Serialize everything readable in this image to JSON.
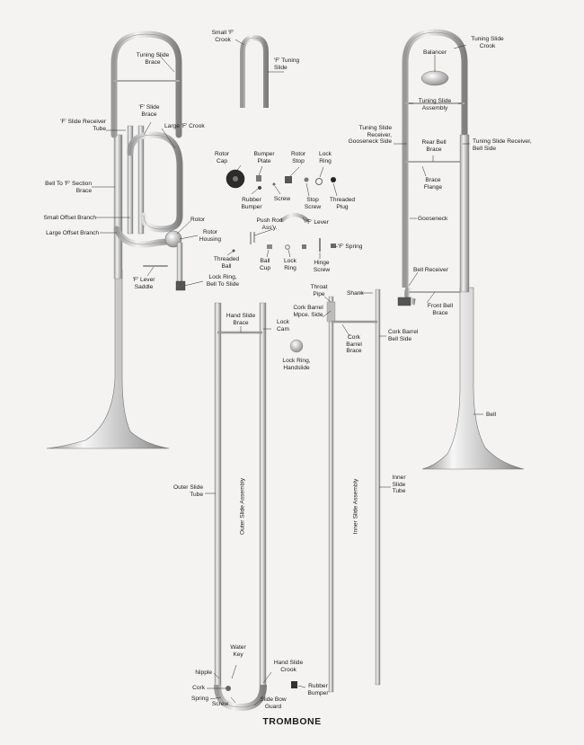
{
  "title": "TROMBONE",
  "labels": {
    "tuning_slide_brace_left": "Tuning Slide\nBrace",
    "small_f_crook": "Small 'F'\nCrook",
    "f_tuning_slide": "'F' Tuning\nSlide",
    "balancer": "Balancer",
    "tuning_slide_crook": "Tuning Slide\nCrook",
    "tuning_slide_assembly": "Tuning Slide\nAssembly",
    "f_slide_brace": "'F' Slide\nBrace",
    "f_slide_receiver_tube": "'F' Slide Receiver\nTube",
    "large_f_crook": "Large 'F' Crook",
    "tuning_slide_receiver_gooseneck": "Tuning Slide\nReceiver,\nGooseneck Side",
    "rear_bell_brace": "Rear Bell\nBrace",
    "tuning_slide_receiver_bell": "Tuning Slide Receiver,\nBell Side",
    "rotor_cap": "Rotor\nCap",
    "bumper_plate": "Bumper\nPlate",
    "rotor_stop": "Rotor\nStop",
    "lock_ring_top": "Lock\nRing",
    "rubber_bumper_top": "Rubber\nBumper",
    "screw_top": "Screw",
    "stop_screw": "Stop\nScrew",
    "threaded_plug": "Threaded\nPlug",
    "brace_flange": "Brace\nFlange",
    "bell_to_f_section_brace": "Bell To 'F' Section\nBrace",
    "small_offset_branch": "Small Offset Branch",
    "rotor": "Rotor",
    "large_offset_branch": "Large Offset Branch",
    "rotor_housing": "Rotor\nHousing",
    "push_rod_assy": "Push Rod\nAss'y.",
    "f_lever": "'F' Lever",
    "gooseneck": "Gooseneck",
    "threaded_ball": "Threaded\nBall",
    "ball_cup": "Ball\nCup",
    "lock_ring_mid": "Lock\nRing",
    "hinge_screw": "Hinge\nScrew",
    "f_spring": "'F' Spring",
    "f_lever_saddle": "'F' Lever\nSaddle",
    "lock_ring_bell_to_slide": "Lock Ring,\nBell To Slide",
    "bell_receiver": "Bell Receiver",
    "front_bell_brace": "Front Bell\nBrace",
    "throat_pipe": "Throat\nPipe",
    "shank": "Shank",
    "hand_slide_brace": "Hand Slide\nBrace",
    "lock_cam": "Lock\nCam",
    "cork_barrel_mpce": "Cork Barrel\nMpce. Side",
    "cork_barrel_brace": "Cork\nBarrel\nBrace",
    "cork_barrel_bell": "Cork Barrel\nBell Side",
    "lock_ring_handslide": "Lock Ring,\nHandslide",
    "bell": "Bell",
    "outer_slide_tube": "Outer Slide\nTube",
    "outer_slide_assembly": "Outer Slide Assembly",
    "inner_slide_assembly": "Inner Slide Assembly",
    "inner_slide_tube": "Inner\nSlide\nTube",
    "water_key": "Water\nKey",
    "hand_slide_crook": "Hand Slide\nCrook",
    "nipple": "Nipple",
    "cork": "Cork",
    "spring": "Spring",
    "screw_bottom": "Screw",
    "slide_bow_guard": "Slide Bow\nGuard",
    "rubber_bumper_bottom": "Rubber\nBumper"
  }
}
